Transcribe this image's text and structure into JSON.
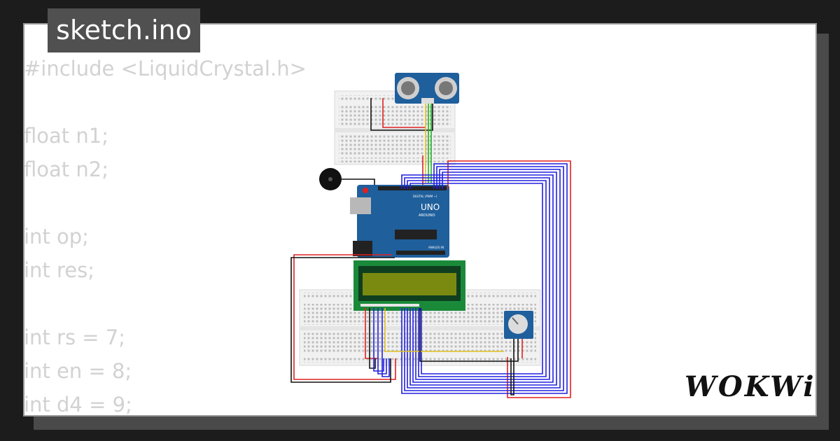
{
  "header": {
    "filename": "sketch.ino"
  },
  "code_lines": [
    "#include <LiquidCrystal.h>",
    "",
    "float n1;",
    "float n2;",
    "",
    "int op;",
    "int res;",
    "",
    "int rs = 7;",
    "int en = 8;",
    "int d4 = 9;"
  ],
  "circuit": {
    "arduino_label": "UNO",
    "arduino_sublabel": "ARDUINO",
    "digital_label": "DIGITAL (PWM ~)",
    "analog_label": "ANALOG IN",
    "components": [
      "ultrasonic-sensor",
      "buzzer",
      "arduino-uno",
      "lcd-16x2",
      "potentiometer",
      "breadboard-top",
      "breadboard-bottom"
    ],
    "colors": {
      "board": "#1f5f9c",
      "lcd_frame": "#1a8a3a",
      "lcd_screen": "#7a8a10",
      "wire_red": "#e02020",
      "wire_blue": "#2020e0",
      "wire_black": "#111111",
      "wire_green": "#20b020",
      "wire_yellow": "#e0c020"
    }
  },
  "brand": {
    "logo_text": "WOKWi",
    "logo_icon": "wokwi-logo"
  }
}
